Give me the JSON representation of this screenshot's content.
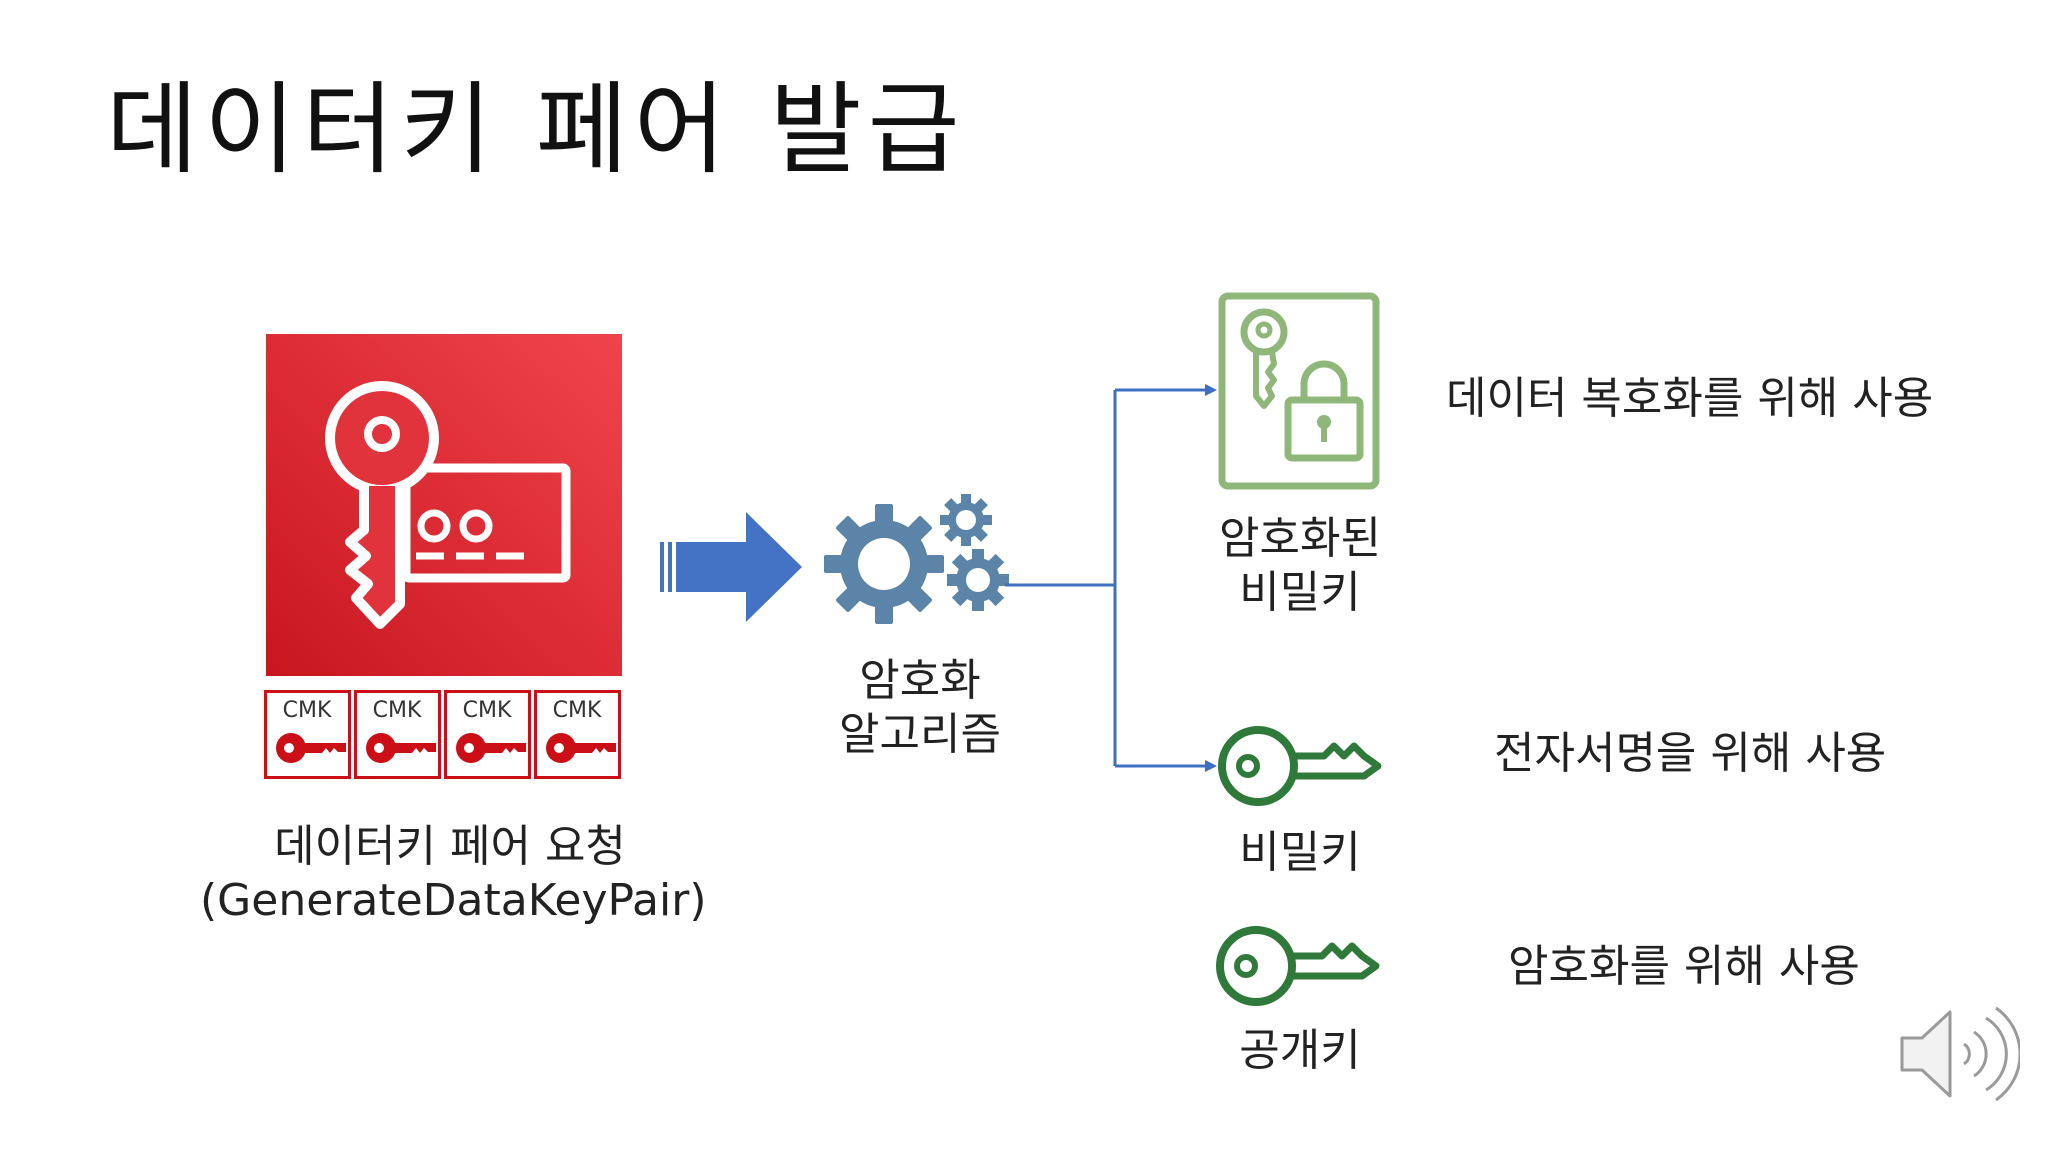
{
  "slide": {
    "title": "데이터키 페어 발급"
  },
  "request": {
    "line1": "데이터키 페어 요청",
    "line2": "(GenerateDataKeyPair)",
    "cmk_label": "CMK",
    "cmk_count": 4
  },
  "algorithm": {
    "line1": "암호화",
    "line2": "알고리즘"
  },
  "outputs": {
    "encrypted_private_key": {
      "line1": "암호화된",
      "line2": "비밀키",
      "purpose": "데이터 복호화를 위해 사용"
    },
    "private_key": {
      "label": "비밀키",
      "purpose": "전자서명을 위해 사용"
    },
    "public_key": {
      "label": "공개키",
      "purpose": "암호화를 위해 사용"
    }
  },
  "colors": {
    "kms_red": "#dd2c36",
    "cmk_red": "#cc0f16",
    "arrow_blue": "#4472c4",
    "connector_blue": "#3f6fbf",
    "gear_blue": "#5b84a8",
    "doc_green": "#90b77a",
    "key_green": "#2f7a3a"
  },
  "icons": [
    "key-card-icon",
    "cmk-key-icon",
    "gears-icon",
    "encrypted-key-document-icon",
    "key-icon",
    "speaker-icon"
  ]
}
